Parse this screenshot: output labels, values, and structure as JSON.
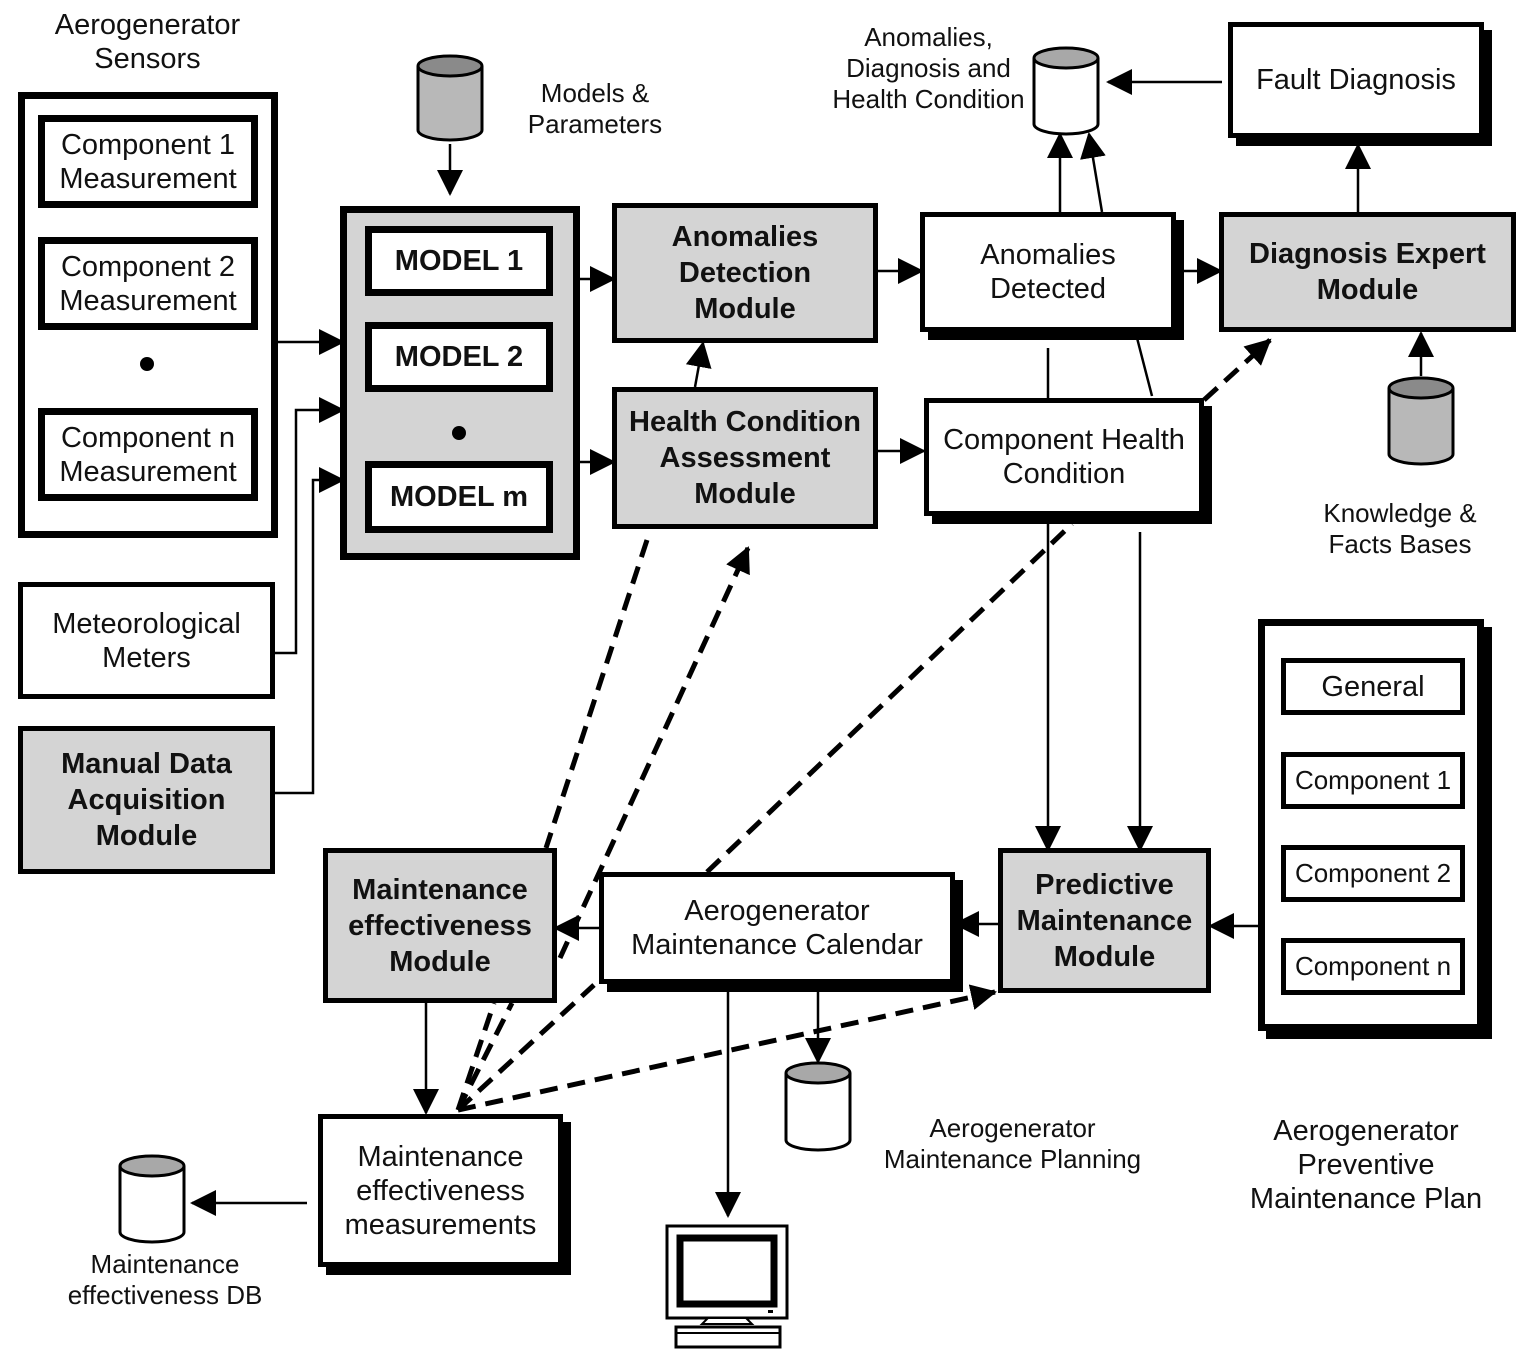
{
  "diagram": {
    "sensors": {
      "title": "Aerogenerator\nSensors",
      "items": [
        {
          "label": "Component 1\nMeasurement"
        },
        {
          "label": "Component 2\nMeasurement"
        },
        {
          "label": "Component n\nMeasurement"
        }
      ]
    },
    "meteorological": {
      "label": "Meteorological\nMeters"
    },
    "manual_data": {
      "label": "Manual Data\nAcquisition\nModule"
    },
    "models_db": {
      "label": "Models &\nParameters"
    },
    "models": {
      "items": [
        {
          "label": "MODEL 1"
        },
        {
          "label": "MODEL 2"
        },
        {
          "label": "MODEL m"
        }
      ]
    },
    "anomalies_module": {
      "label": "Anomalies\nDetection\nModule"
    },
    "health_module": {
      "label": "Health Condition\nAssessment\nModule"
    },
    "anomalies_detected": {
      "label": "Anomalies\nDetected"
    },
    "component_health": {
      "label": "Component Health\nCondition"
    },
    "diagnosis_module": {
      "label": "Diagnosis Expert\nModule"
    },
    "fault_diagnosis": {
      "label": "Fault Diagnosis"
    },
    "anomalies_db": {
      "label": "Anomalies,\nDiagnosis and\nHealth Condition"
    },
    "knowledge_db": {
      "label": "Knowledge &\nFacts Bases"
    },
    "preventive_plan": {
      "title": "Aerogenerator\nPreventive\nMaintenance Plan",
      "items": [
        {
          "label": "General"
        },
        {
          "label": "Component 1"
        },
        {
          "label": "Component 2"
        },
        {
          "label": "Component n"
        }
      ]
    },
    "predictive_module": {
      "label": "Predictive\nMaintenance\nModule"
    },
    "calendar": {
      "label": "Aerogenerator\nMaintenance Calendar"
    },
    "planning_db": {
      "label": "Aerogenerator\nMaintenance Planning"
    },
    "effectiveness_module": {
      "label": "Maintenance\neffectiveness\nModule"
    },
    "effectiveness_measurements": {
      "label": "Maintenance\neffectiveness\nmeasurements"
    },
    "effectiveness_db": {
      "label": "Maintenance\neffectiveness DB"
    },
    "terminal": {
      "icon": "computer-monitor-icon"
    },
    "colors": {
      "module_fill": "#d4d4d4",
      "db_top": "#a8a8a8",
      "db_body_gray": "#b8b8b8",
      "line": "#000000"
    }
  }
}
